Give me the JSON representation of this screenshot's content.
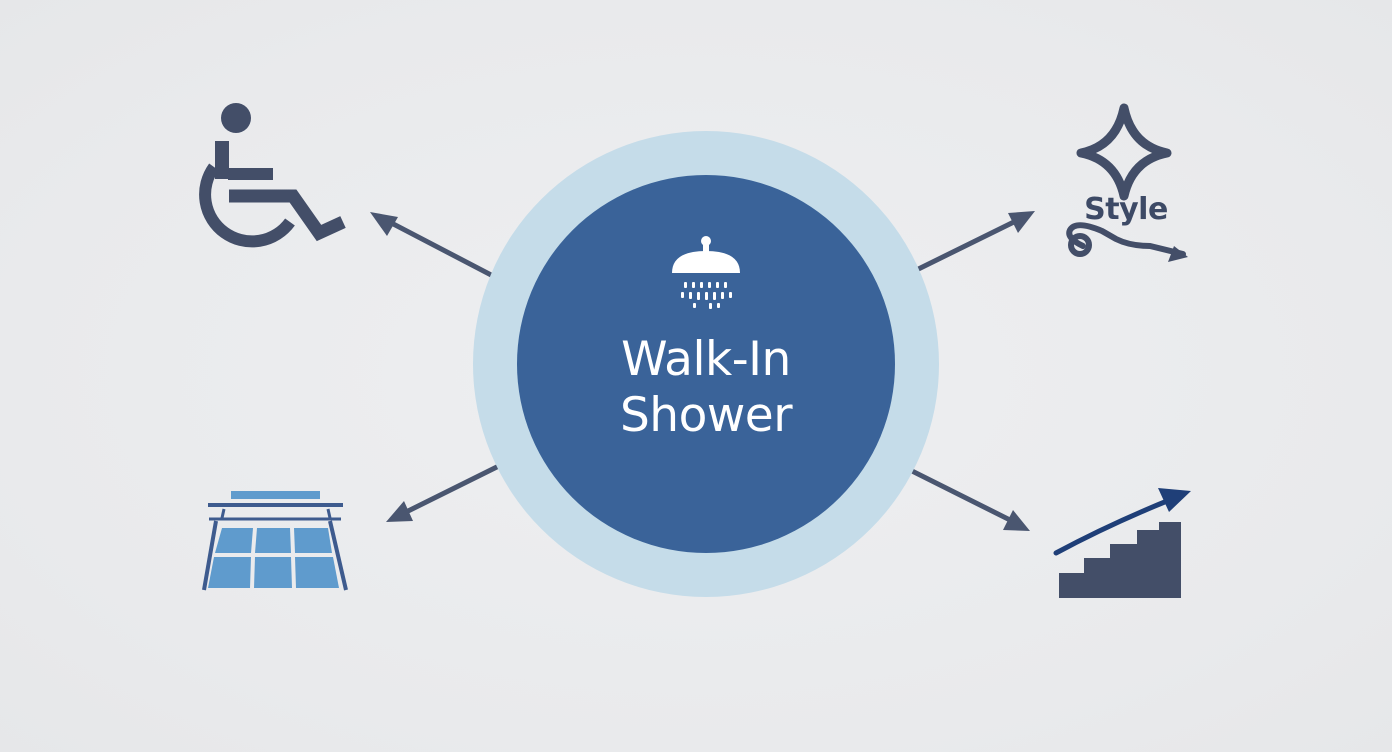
{
  "center": {
    "title_line1": "Walk-In",
    "title_line2": "Shower",
    "icon": "shower-head-icon"
  },
  "branches": [
    {
      "position": "top-left",
      "icon": "wheelchair-accessibility-icon"
    },
    {
      "position": "top-right",
      "icon": "sparkle-style-icon",
      "label": "Style"
    },
    {
      "position": "bottom-left",
      "icon": "tiled-floor-icon"
    },
    {
      "position": "bottom-right",
      "icon": "rising-value-stairs-icon"
    }
  ],
  "colors": {
    "background": "#ebecee",
    "center_fill": "#3a6399",
    "center_ring": "#c5dce9",
    "arrow": "#4a5670",
    "icon_dark": "#434e68",
    "tile_blue": "#5f9bcd",
    "trend_arrow": "#1f3f78"
  }
}
